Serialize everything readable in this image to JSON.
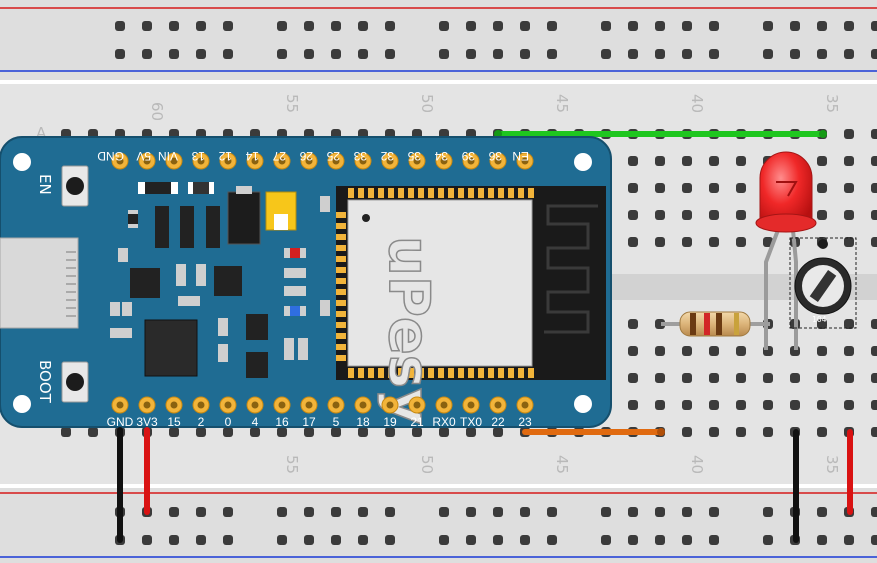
{
  "breadboard": {
    "column_numbers": [
      "60",
      "55",
      "50",
      "45",
      "40",
      "35"
    ],
    "row_letter_visible": "A"
  },
  "board": {
    "name": "ESP32 dev board",
    "logo": "uPesy",
    "button_en": "EN",
    "button_boot": "BOOT",
    "top_pins": [
      "GND",
      "5V",
      "VIN",
      "13",
      "12",
      "14",
      "27",
      "26",
      "25",
      "33",
      "32",
      "35",
      "34",
      "39",
      "36",
      "EN"
    ],
    "bottom_pins": [
      "GND",
      "3V3",
      "15",
      "2",
      "0",
      "4",
      "16",
      "17",
      "5",
      "18",
      "19",
      "21",
      "RX0",
      "TX0",
      "22",
      "23"
    ],
    "pcb_color": "#1f6c93",
    "pin_color": "#f2b43a"
  },
  "components": {
    "led": {
      "color": "#e8232a"
    },
    "resistor": {
      "bands": [
        "brown",
        "red",
        "brown",
        "gold"
      ]
    },
    "potentiometer": {
      "marking": "104"
    }
  },
  "wires": [
    {
      "name": "green-wire",
      "color": "#1fc61f"
    },
    {
      "name": "orange-wire",
      "color": "#e06a10"
    },
    {
      "name": "gnd-wire-left",
      "color": "#111111"
    },
    {
      "name": "3v3-wire",
      "color": "#d91212"
    },
    {
      "name": "gnd-wire-right",
      "color": "#111111"
    },
    {
      "name": "power-wire-right",
      "color": "#d91212"
    }
  ]
}
